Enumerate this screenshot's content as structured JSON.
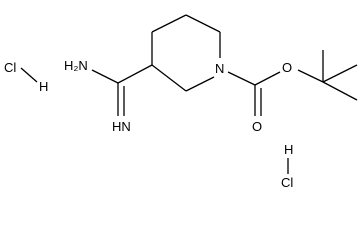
{
  "molecule": {
    "atoms": {
      "hcl_left_cl": "Cl",
      "hcl_left_h": "H",
      "amine": "H₂N",
      "imine": "HN",
      "ring_n": "N",
      "ester_o": "O",
      "carbonyl_o": "O",
      "hcl_right_h": "H",
      "hcl_right_cl": "Cl"
    }
  }
}
